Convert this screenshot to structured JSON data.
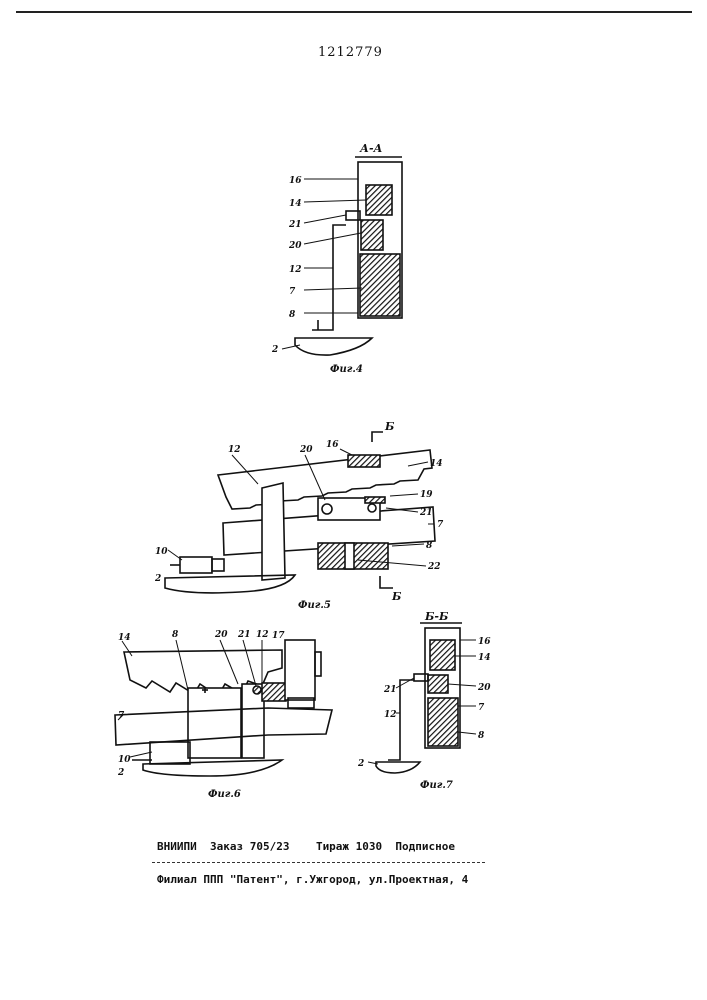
{
  "header": {
    "patent_number": "1212779"
  },
  "fig4": {
    "caption": "Фиг.4",
    "section": "А-А",
    "labels": [
      "16",
      "14",
      "21",
      "20",
      "12",
      "7",
      "8",
      "2"
    ]
  },
  "fig5": {
    "caption": "Фиг.5",
    "section": "Б",
    "labels": [
      "12",
      "20",
      "16",
      "14",
      "19",
      "21",
      "7",
      "8",
      "22",
      "10",
      "2"
    ]
  },
  "fig6": {
    "caption": "Фиг.6",
    "labels": [
      "14",
      "8",
      "20",
      "21",
      "12",
      "17",
      "7",
      "10",
      "2"
    ]
  },
  "fig7": {
    "caption": "Фиг.7",
    "section": "Б-Б",
    "labels": [
      "16",
      "14",
      "21",
      "20",
      "12",
      "7",
      "8",
      "2"
    ]
  },
  "imprint": {
    "line1": "ВНИИПИ  Заказ 705/23    Тираж 1030  Подписное",
    "line2": "Филиал ППП \"Патент\", г.Ужгород, ул.Проектная, 4"
  }
}
